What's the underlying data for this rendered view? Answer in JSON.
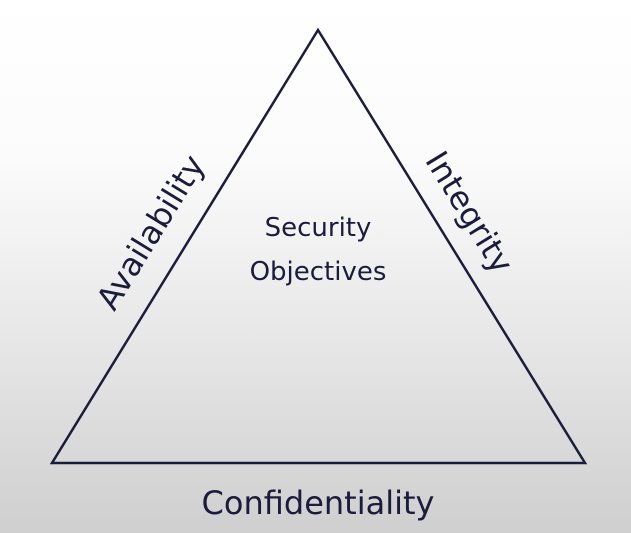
{
  "diagram": {
    "center_line1": "Security",
    "center_line2": "Objectives",
    "left_side": "Availability",
    "right_side": "Integrity",
    "bottom_side": "Confidentiality",
    "colors": {
      "line": "#1b1b3c",
      "text": "#1b1b3c"
    }
  }
}
